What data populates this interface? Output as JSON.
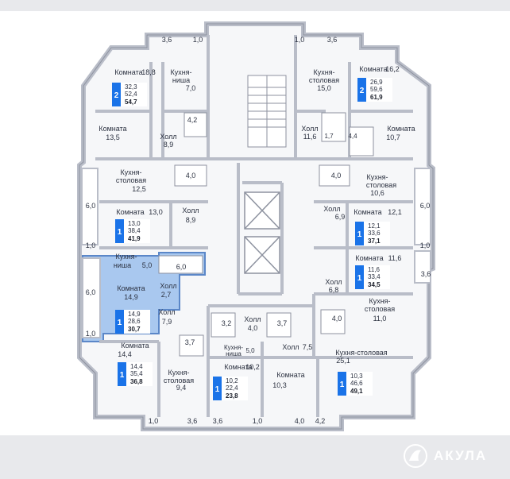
{
  "brand": {
    "name": "АКУЛА",
    "logo_icon": "shark-fin-logo-icon"
  },
  "colors": {
    "wall": "#b9bdc8",
    "wall_line": "#8d929f",
    "floor": "#f6f7f9",
    "highlight": "#a9c8ef",
    "highlight_line": "#5b87c8",
    "badge": "#1a73e8",
    "gray_bar": "#e8e9ec"
  },
  "apartments": [
    {
      "id": "nw",
      "rooms": "2",
      "living": "32,3",
      "kitchen": "52,4",
      "total": "54,7"
    },
    {
      "id": "ne",
      "rooms": "2",
      "living": "26,9",
      "kitchen": "59,6",
      "total": "61,9"
    },
    {
      "id": "w1",
      "rooms": "1",
      "living": "13,0",
      "kitchen": "38,4",
      "total": "41,9"
    },
    {
      "id": "e1",
      "rooms": "1",
      "living": "12,1",
      "kitchen": "33,6",
      "total": "37,1"
    },
    {
      "id": "e2",
      "rooms": "1",
      "living": "11,6",
      "kitchen": "33,4",
      "total": "34,5"
    },
    {
      "id": "w2",
      "rooms": "1",
      "living": "14,9",
      "kitchen": "28,6",
      "total": "30,7"
    },
    {
      "id": "sw",
      "rooms": "1",
      "living": "14,4",
      "kitchen": "35,4",
      "total": "36,8"
    },
    {
      "id": "s",
      "rooms": "1",
      "living": "10,2",
      "kitchen": "22,4",
      "total": "23,8"
    },
    {
      "id": "se",
      "rooms": "1",
      "living": "10,3",
      "kitchen": "46,6",
      "total": "49,1"
    }
  ],
  "labels": [
    {
      "t": "3,6"
    },
    {
      "t": "1,0"
    },
    {
      "t": "1,0"
    },
    {
      "t": "3,6"
    },
    {
      "t": "Комната"
    },
    {
      "t": "18,8"
    },
    {
      "t": "Кухня-"
    },
    {
      "t": "ниша"
    },
    {
      "t": "7,0"
    },
    {
      "t": "Кухня-"
    },
    {
      "t": "столовая"
    },
    {
      "t": "15,0"
    },
    {
      "t": "Комната"
    },
    {
      "t": "16,2"
    },
    {
      "t": "4,2"
    },
    {
      "t": "Комната"
    },
    {
      "t": "13,5"
    },
    {
      "t": "Холл"
    },
    {
      "t": "8,9"
    },
    {
      "t": "Холл"
    },
    {
      "t": "11,6"
    },
    {
      "t": "1,7"
    },
    {
      "t": "4,4"
    },
    {
      "t": "Комната"
    },
    {
      "t": "10,7"
    },
    {
      "t": "Кухня-"
    },
    {
      "t": "столовая"
    },
    {
      "t": "12,5"
    },
    {
      "t": "4,0"
    },
    {
      "t": "4,0"
    },
    {
      "t": "Кухня-"
    },
    {
      "t": "столовая"
    },
    {
      "t": "10,6"
    },
    {
      "t": "6,0"
    },
    {
      "t": "Комната"
    },
    {
      "t": "13,0"
    },
    {
      "t": "Холл"
    },
    {
      "t": "8,9"
    },
    {
      "t": "Холл"
    },
    {
      "t": "6,9"
    },
    {
      "t": "Комната"
    },
    {
      "t": "12,1"
    },
    {
      "t": "6,0"
    },
    {
      "t": "1,0"
    },
    {
      "t": "1,0"
    },
    {
      "t": "Кухня-"
    },
    {
      "t": "ниша"
    },
    {
      "t": "5,0"
    },
    {
      "t": "6,0"
    },
    {
      "t": "Комната"
    },
    {
      "t": "11,6"
    },
    {
      "t": "3,6"
    },
    {
      "t": "6,0"
    },
    {
      "t": "Комната"
    },
    {
      "t": "14,9"
    },
    {
      "t": "Холл"
    },
    {
      "t": "2,7"
    },
    {
      "t": "Холл"
    },
    {
      "t": "6,8"
    },
    {
      "t": "Кухня-"
    },
    {
      "t": "столовая"
    },
    {
      "t": "11,0"
    },
    {
      "t": "Холл"
    },
    {
      "t": "7,9"
    },
    {
      "t": "3,2"
    },
    {
      "t": "Холл"
    },
    {
      "t": "4,0"
    },
    {
      "t": "3,7"
    },
    {
      "t": "4,0"
    },
    {
      "t": "1,0"
    },
    {
      "t": "3,7"
    },
    {
      "t": "Кухня-"
    },
    {
      "t": "ниша"
    },
    {
      "t": "5,0"
    },
    {
      "t": "Холл"
    },
    {
      "t": "7,5"
    },
    {
      "t": "Комната"
    },
    {
      "t": "14,4"
    },
    {
      "t": "Кухня-столовая"
    },
    {
      "t": "25,1"
    },
    {
      "t": "Кухня-"
    },
    {
      "t": "столовая"
    },
    {
      "t": "9,4"
    },
    {
      "t": "Комната"
    },
    {
      "t": "10,2"
    },
    {
      "t": "Комната"
    },
    {
      "t": "10,3"
    },
    {
      "t": "1,0"
    },
    {
      "t": "3,6"
    },
    {
      "t": "3,6"
    },
    {
      "t": "1,0"
    },
    {
      "t": "4,0"
    },
    {
      "t": "4,2"
    }
  ]
}
